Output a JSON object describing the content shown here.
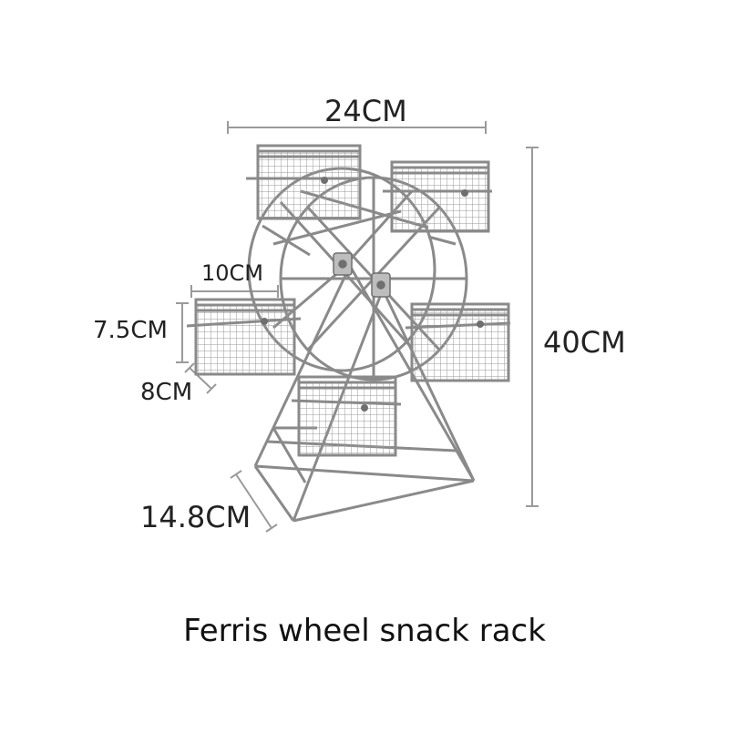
{
  "caption": "Ferris wheel snack rack",
  "dimensions": {
    "width": "24CM",
    "height": "40CM",
    "basket_width": "10CM",
    "basket_height": "7.5CM",
    "basket_depth": "8CM",
    "base_depth": "14.8CM"
  },
  "colors": {
    "wire": "#8a8a8a",
    "wire_dark": "#6f6f6f",
    "dimension_line": "#9a9a9a",
    "text": "#222222",
    "background": "#ffffff"
  }
}
